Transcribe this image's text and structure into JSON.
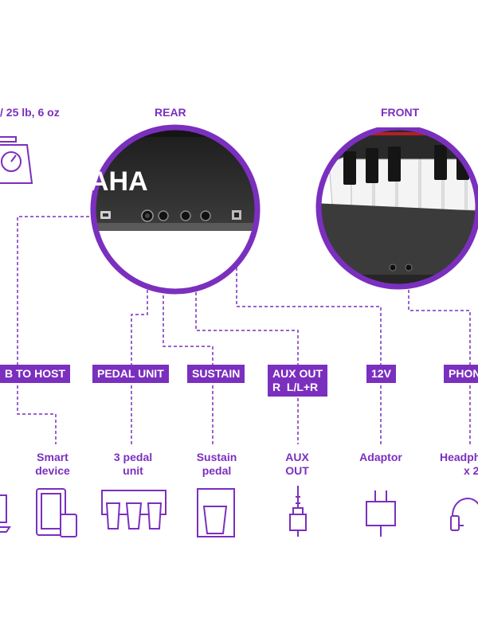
{
  "headers": {
    "weight": "/ 25 lb, 6 oz",
    "rear": "REAR",
    "front": "FRONT"
  },
  "brand_logo": "AHA",
  "ports": [
    {
      "label_line1": "B TO HOST",
      "label_line2": ""
    },
    {
      "label_line1": "PEDAL UNIT",
      "label_line2": ""
    },
    {
      "label_line1": "SUSTAIN",
      "label_line2": ""
    },
    {
      "label_line1": "AUX OUT",
      "label_line2": "R  L/L+R"
    },
    {
      "label_line1": "12V",
      "label_line2": ""
    },
    {
      "label_line1": "PHONE",
      "label_line2": ""
    }
  ],
  "devices": [
    {
      "line1": "Smart",
      "line2": "device",
      "icon": "tablet-phone-icon"
    },
    {
      "line1": "3 pedal",
      "line2": "unit",
      "icon": "three-pedal-icon"
    },
    {
      "line1": "Sustain",
      "line2": "pedal",
      "icon": "sustain-pedal-icon"
    },
    {
      "line1": "AUX",
      "line2": "OUT",
      "icon": "audio-plug-icon"
    },
    {
      "line1": "Adaptor",
      "line2": "",
      "icon": "power-adaptor-icon"
    },
    {
      "line1": "Headph",
      "line2": "x 2",
      "icon": "headphones-icon"
    }
  ],
  "colors": {
    "accent": "#7b2fbe",
    "panel": "#2b2b2b",
    "white": "#ffffff"
  }
}
